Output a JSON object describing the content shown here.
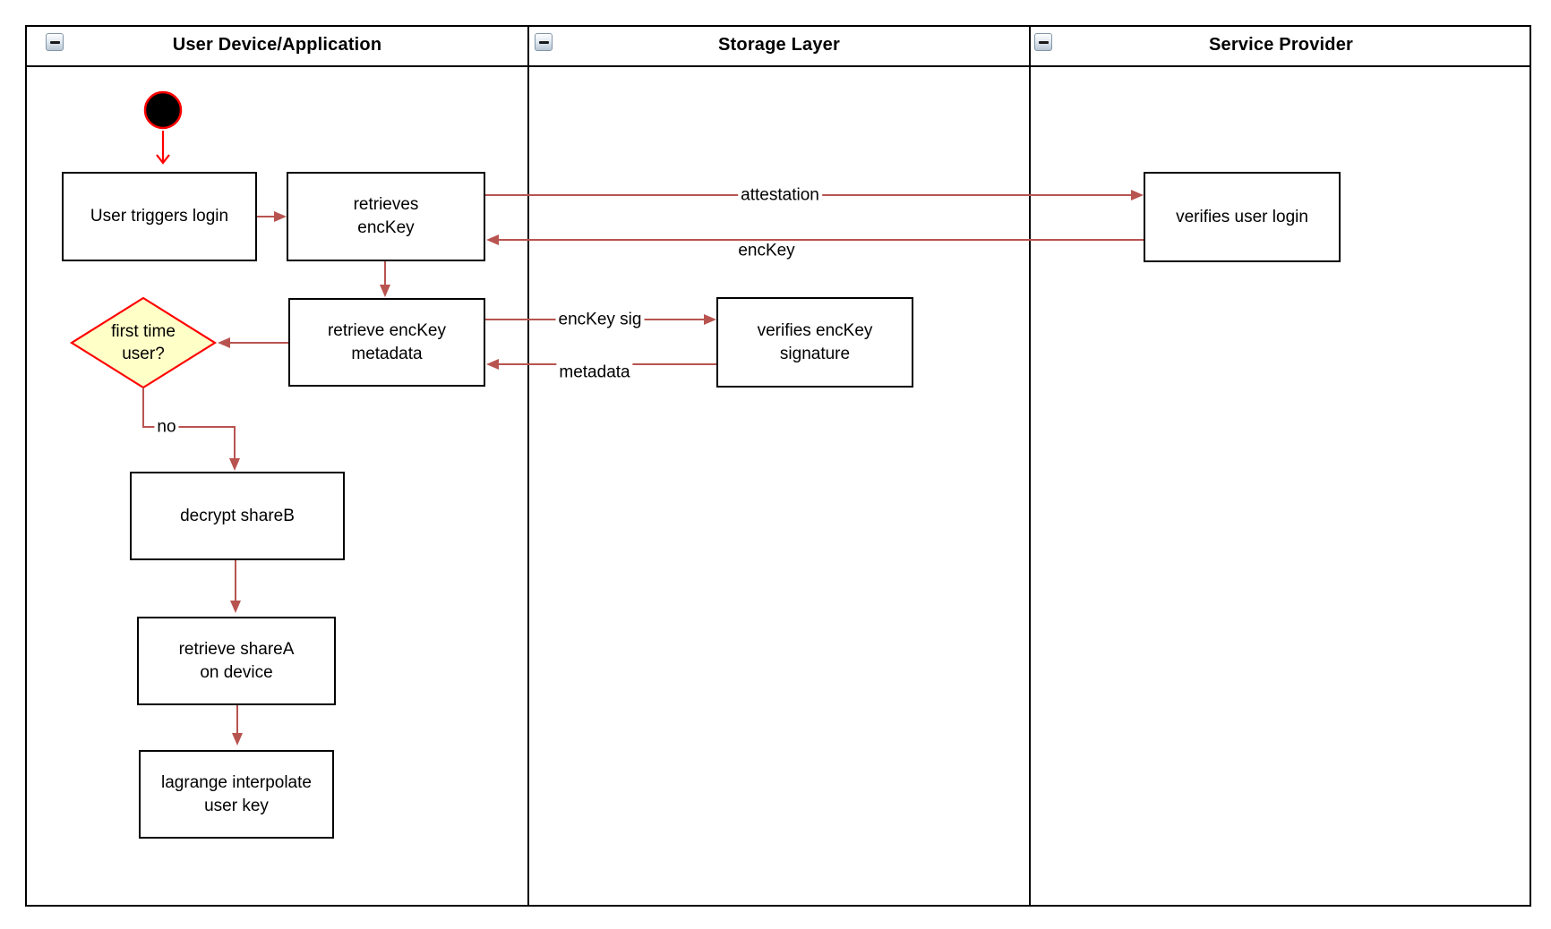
{
  "diagram_type": "UML activity diagram with swimlanes",
  "lanes": [
    {
      "title": "User Device/Application",
      "collapse_icon": "minus"
    },
    {
      "title": "Storage Layer",
      "collapse_icon": "minus"
    },
    {
      "title": "Service Provider",
      "collapse_icon": "minus"
    }
  ],
  "nodes": {
    "start": {
      "type": "initial-node"
    },
    "user_triggers_login": {
      "label": "User triggers login"
    },
    "retrieves_enckey": {
      "label": "retrieves\nencKey"
    },
    "retrieve_enckey_metadata": {
      "label": "retrieve encKey\nmetadata"
    },
    "first_time_user": {
      "label": "first time\nuser?"
    },
    "decrypt_shareb": {
      "label": "decrypt shareB"
    },
    "retrieve_sharea": {
      "label": "retrieve shareA\non device"
    },
    "lagrange_interpolate": {
      "label": "lagrange interpolate\nuser key"
    },
    "verifies_enckey_signature": {
      "label": "verifies encKey\nsignature"
    },
    "verifies_user_login": {
      "label": "verifies user login"
    }
  },
  "edges": {
    "attestation": {
      "label": "attestation"
    },
    "enckey": {
      "label": "encKey"
    },
    "enckey_sig": {
      "label": "encKey sig"
    },
    "metadata": {
      "label": "metadata"
    },
    "no": {
      "label": "no"
    }
  },
  "colors": {
    "edge": "#B85450",
    "start_accent": "#FF0000",
    "decision_fill": "#FFFFC8",
    "decision_border": "#FF0000",
    "shape_border": "#000000",
    "background": "#FFFFFF"
  }
}
